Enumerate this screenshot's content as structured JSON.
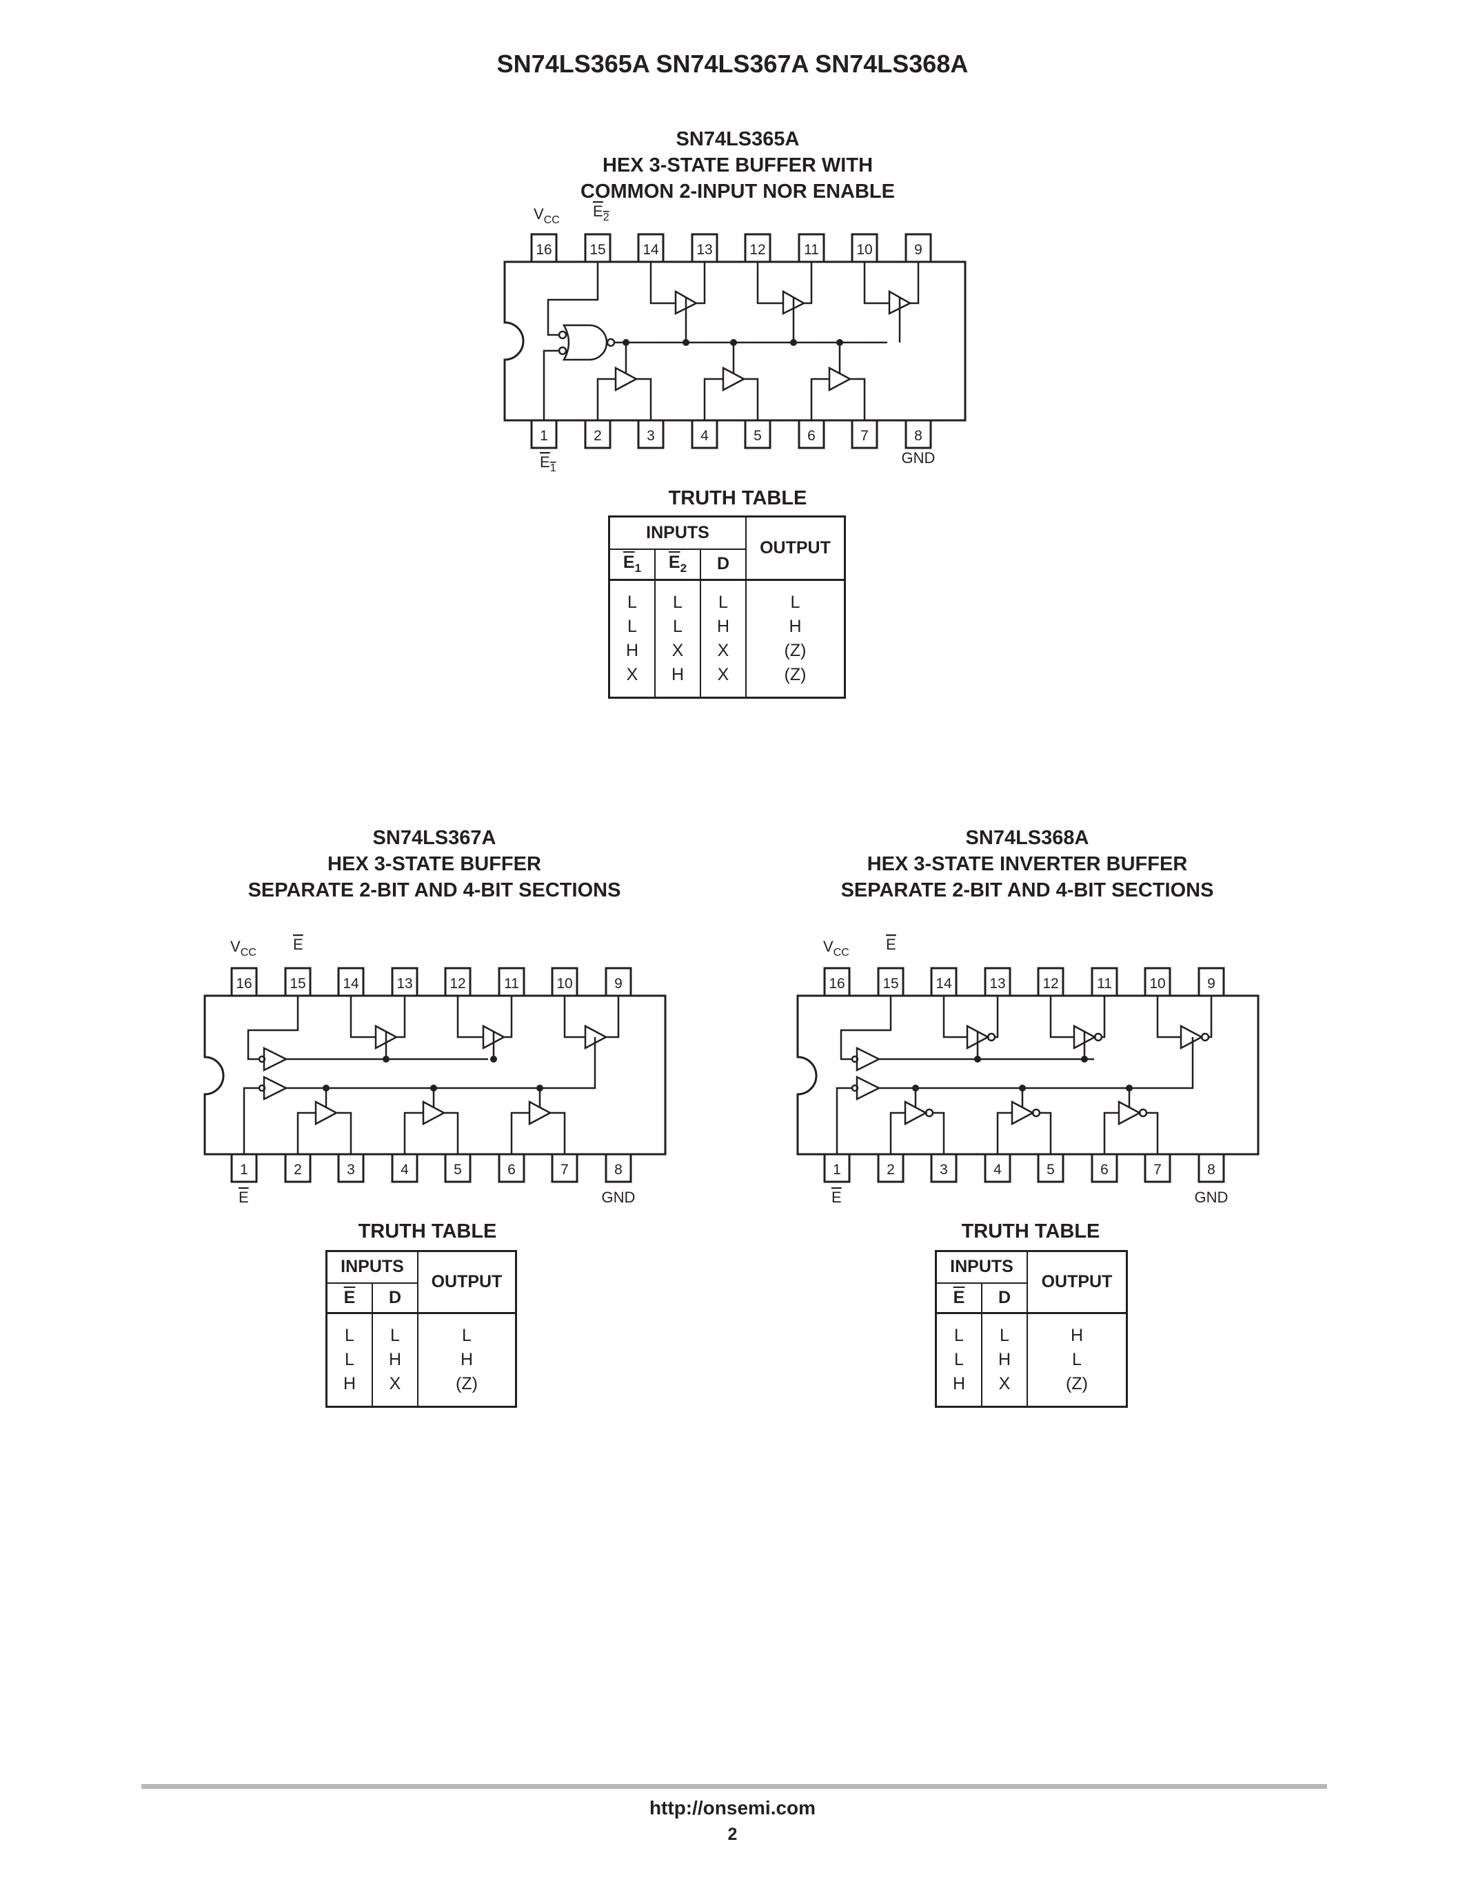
{
  "page_title": "SN74LS365A SN74LS367A SN74LS368A",
  "sections": {
    "ls365": {
      "title_lines": [
        "SN74LS365A",
        "HEX 3-STATE BUFFER WITH",
        "COMMON 2-INPUT NOR ENABLE"
      ],
      "labels": {
        "vcc_main": "V",
        "vcc_sub": "CC",
        "e2_main": "E",
        "e2_sub": "2",
        "e1_main": "E",
        "e1_sub": "1",
        "gnd": "GND"
      },
      "pins_top": [
        "16",
        "15",
        "14",
        "13",
        "12",
        "11",
        "10",
        "9"
      ],
      "pins_bottom": [
        "1",
        "2",
        "3",
        "4",
        "5",
        "6",
        "7",
        "8"
      ],
      "truth_table_title": "TRUTH TABLE",
      "truth_table": {
        "inputs_header": "INPUTS",
        "output_header": "OUTPUT",
        "columns": [
          {
            "main": "E",
            "sub": "1",
            "overline": true
          },
          {
            "main": "E",
            "sub": "2",
            "overline": true
          },
          {
            "main": "D",
            "sub": "",
            "overline": false
          }
        ],
        "col_e1": [
          "L",
          "L",
          "H",
          "X"
        ],
        "col_e2": [
          "L",
          "L",
          "X",
          "H"
        ],
        "col_d": [
          "L",
          "H",
          "X",
          "X"
        ],
        "col_out": [
          "L",
          "H",
          "(Z)",
          "(Z)"
        ]
      }
    },
    "ls367": {
      "title_lines": [
        "SN74LS367A",
        "HEX 3-STATE BUFFER",
        "SEPARATE 2-BIT AND 4-BIT SECTIONS"
      ],
      "labels": {
        "vcc_main": "V",
        "vcc_sub": "CC",
        "e_top": "E",
        "e_bottom": "E",
        "gnd": "GND"
      },
      "pins_top": [
        "16",
        "15",
        "14",
        "13",
        "12",
        "11",
        "10",
        "9"
      ],
      "pins_bottom": [
        "1",
        "2",
        "3",
        "4",
        "5",
        "6",
        "7",
        "8"
      ],
      "truth_table_title": "TRUTH TABLE",
      "truth_table": {
        "inputs_header": "INPUTS",
        "output_header": "OUTPUT",
        "columns": [
          {
            "main": "E",
            "overline": true
          },
          {
            "main": "D",
            "overline": false
          }
        ],
        "col_e": [
          "L",
          "L",
          "H"
        ],
        "col_d": [
          "L",
          "H",
          "X"
        ],
        "col_out": [
          "L",
          "H",
          "(Z)"
        ]
      }
    },
    "ls368": {
      "title_lines": [
        "SN74LS368A",
        "HEX 3-STATE INVERTER BUFFER",
        "SEPARATE 2-BIT AND 4-BIT SECTIONS"
      ],
      "labels": {
        "vcc_main": "V",
        "vcc_sub": "CC",
        "e_top": "E",
        "e_bottom": "E",
        "gnd": "GND"
      },
      "pins_top": [
        "16",
        "15",
        "14",
        "13",
        "12",
        "11",
        "10",
        "9"
      ],
      "pins_bottom": [
        "1",
        "2",
        "3",
        "4",
        "5",
        "6",
        "7",
        "8"
      ],
      "truth_table_title": "TRUTH TABLE",
      "truth_table": {
        "inputs_header": "INPUTS",
        "output_header": "OUTPUT",
        "columns": [
          {
            "main": "E",
            "overline": true
          },
          {
            "main": "D",
            "overline": false
          }
        ],
        "col_e": [
          "L",
          "L",
          "H"
        ],
        "col_d": [
          "L",
          "H",
          "X"
        ],
        "col_out": [
          "H",
          "L",
          "(Z)"
        ]
      }
    }
  },
  "footer": {
    "url": "http://onsemi.com",
    "page_number": "2"
  }
}
